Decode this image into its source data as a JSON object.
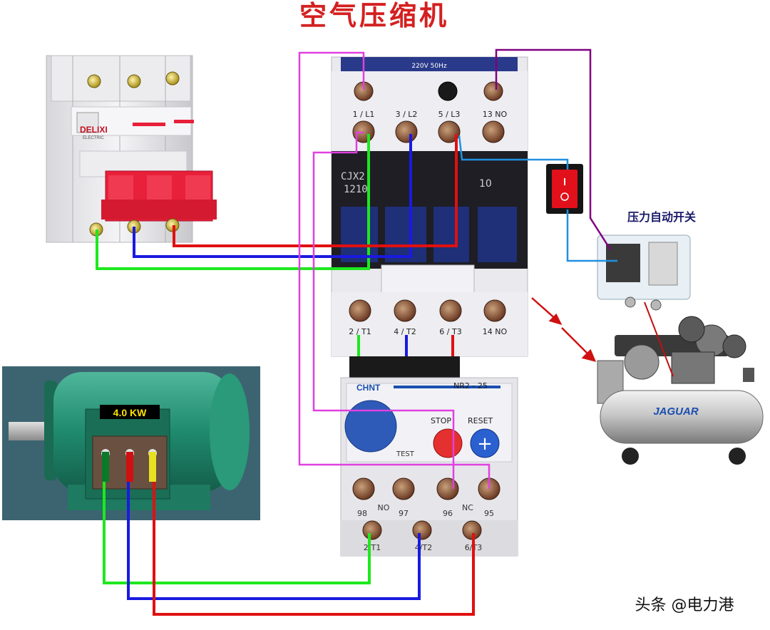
{
  "title": "空气压缩机",
  "breaker": {
    "brand": "DELIXI",
    "brand_sub": "ELECTRIC"
  },
  "contactor": {
    "top_plate": "220V 50Hz",
    "model_line1": "CJX2",
    "model_line2": "1210",
    "aux_number": "10",
    "top_terminals": [
      "1 / L1",
      "3 / L2",
      "5 / L3",
      "13 NO"
    ],
    "bottom_terminals": [
      "2 / T1",
      "4 / T2",
      "6 / T3",
      "14 NO"
    ]
  },
  "overload_relay": {
    "brand": "CHNT",
    "model": "NR2 - 25",
    "stop_label": "STOP",
    "reset_label": "RESET",
    "test_label": "TEST",
    "aux_terminals": [
      "98",
      "97",
      "96",
      "95"
    ],
    "aux_no": "NO",
    "aux_nc": "NC",
    "out_terminals": [
      "2/T1",
      "4/T2",
      "6/T3"
    ]
  },
  "motor": {
    "power_label": "4.0 KW"
  },
  "pressure_switch_label": "压力自动开关",
  "compressor": {
    "brand": "JAGUAR"
  },
  "watermark": "头条 @电力港",
  "colors": {
    "wire_green": "#1ee81e",
    "wire_blue": "#1a1ae0",
    "wire_red": "#e01010",
    "wire_magenta": "#e040e0",
    "wire_purple": "#800080",
    "wire_lightblue": "#2090e0",
    "title_red": "#d42020",
    "motor_green": "#1f8a6e",
    "breaker_red": "#e8203a"
  }
}
